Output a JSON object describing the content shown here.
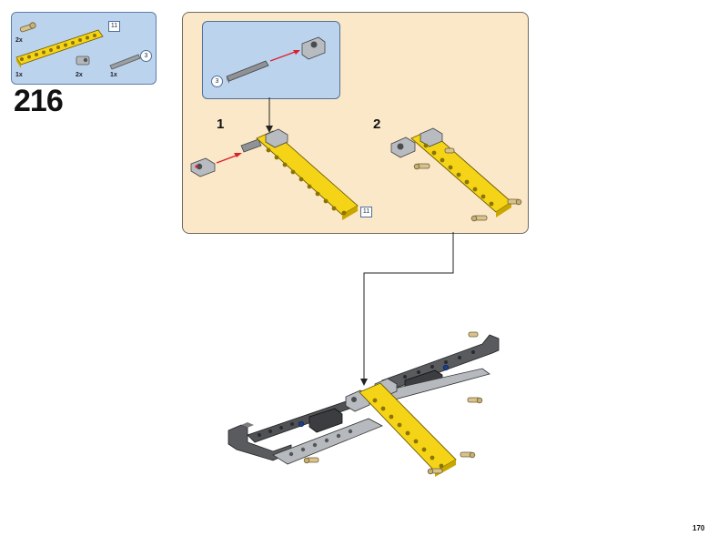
{
  "parts_list": {
    "items": [
      {
        "name": "axle-pin",
        "qty": "2x"
      },
      {
        "name": "yellow-beam-11",
        "qty": "1x",
        "length": "11"
      },
      {
        "name": "connector",
        "qty": "2x"
      },
      {
        "name": "axle-3",
        "qty": "1x",
        "length": "3"
      }
    ]
  },
  "step": {
    "number": "216"
  },
  "subassembly": {
    "axle_length": "3"
  },
  "substeps": [
    {
      "label": "1",
      "beam_length": "11"
    },
    {
      "label": "2"
    }
  ],
  "page": {
    "number": "170"
  },
  "colors": {
    "parts_bg": "#bcd3ee",
    "panel_bg": "#fbe8c8",
    "yellow": "#f5d417",
    "dark_gray": "#595b5e",
    "light_gray": "#a7abaf",
    "tan": "#d8c38c",
    "red_arrow": "#d9212b",
    "blue": "#1a3f8c"
  }
}
